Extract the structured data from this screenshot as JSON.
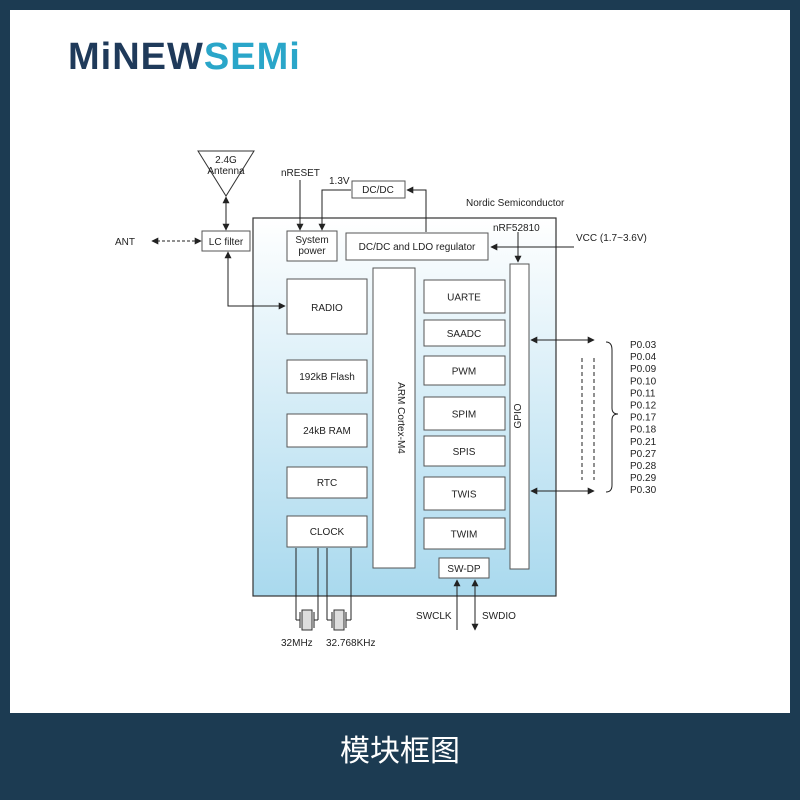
{
  "logo": {
    "part1": "MiNEW",
    "part2": "SEMi"
  },
  "caption": "模块框图",
  "diagram": {
    "antenna": "2.4G\nAntenna",
    "ant": "ANT",
    "lc_filter": "LC filter",
    "nreset": "nRESET",
    "v13": "1.3V",
    "dcdc": "DC/DC",
    "vendor": "Nordic Semiconductor",
    "chip": "nRF52810",
    "system_power": "System\npower",
    "regulator": "DC/DC and LDO regulator",
    "vcc": "VCC (1.7~3.6V)",
    "radio": "RADIO",
    "flash": "192kB Flash",
    "ram": "24kB RAM",
    "rtc": "RTC",
    "clock": "CLOCK",
    "cpu": "ARM Cortex-M4",
    "peripherals": [
      "UARTE",
      "SAADC",
      "PWM",
      "SPIM",
      "SPIS",
      "TWIS",
      "TWIM"
    ],
    "gpio": "GPIO",
    "swdp": "SW-DP",
    "swclk": "SWCLK",
    "swdio": "SWDIO",
    "xtal1": "32MHz",
    "xtal2": "32.768KHz",
    "pins": [
      "P0.03",
      "P0.04",
      "P0.09",
      "P0.10",
      "P0.11",
      "P0.12",
      "P0.17",
      "P0.18",
      "P0.21",
      "P0.27",
      "P0.28",
      "P0.29",
      "P0.30"
    ],
    "colors": {
      "chip_top": "#ffffff",
      "chip_bottom": "#a9d9ee"
    }
  }
}
